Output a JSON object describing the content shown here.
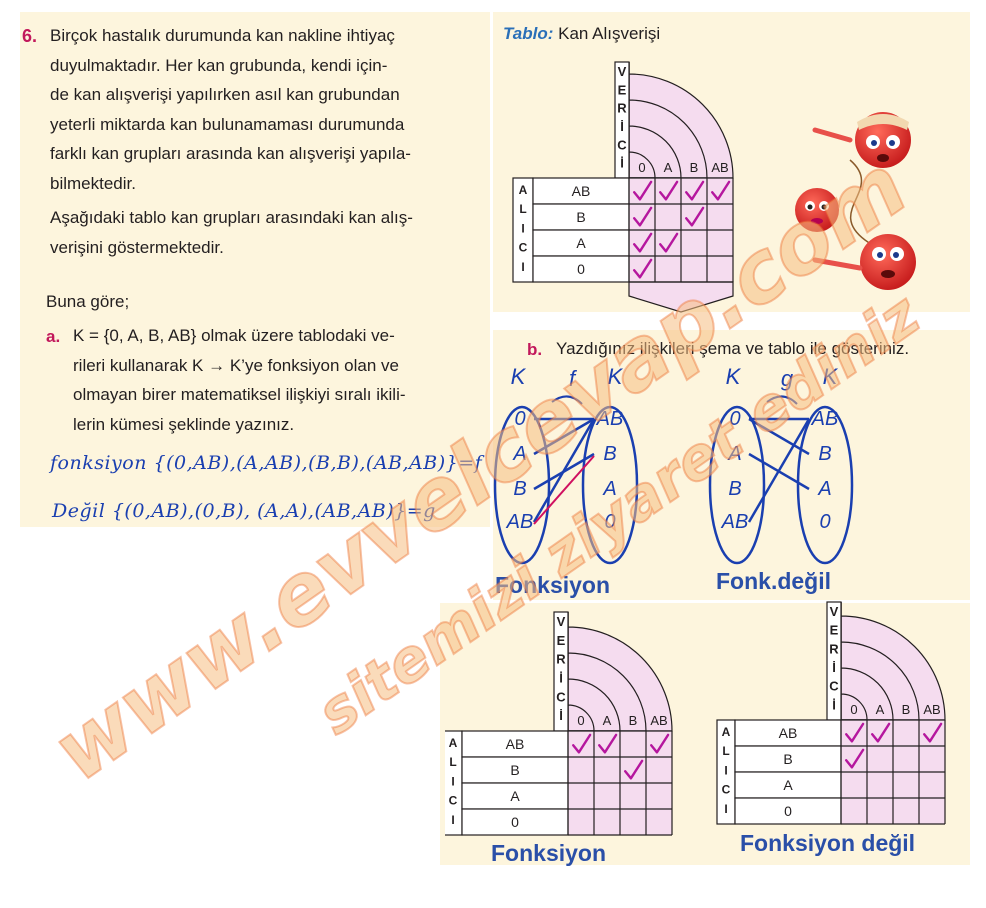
{
  "question": {
    "number": "6.",
    "para1_lines": [
      "Birçok hastalık durumunda kan nakline ihtiyaç",
      "duyulmaktadır. Her kan grubunda, kendi için-",
      "de kan alışverişi yapılırken asıl kan grubundan",
      "yeterli miktarda kan bulunamaması durumunda",
      "farklı kan grupları arasında kan alışverişi yapıla-",
      "bilmektedir."
    ],
    "para2_lines": [
      "Aşağıdaki tablo kan grupları arasındaki kan alış-",
      "verişini göstermektedir."
    ],
    "prompt": "Buna göre;",
    "part_a_label": "a.",
    "part_a_lines": [
      "K = {0, A, B, AB}  olmak üzere tablodaki ve-",
      "rileri kullanarak  K → K’ye  fonksiyon olan ve",
      "olmayan birer matematiksel ilişkiyi sıralı ikili-",
      "lerin kümesi şeklinde yazınız."
    ],
    "part_b_label": "b.",
    "part_b_text": "Yazdığınız ilişkileri şema ve tablo ile gösteriniz."
  },
  "answers": {
    "function_line": "fonksiyon {(0,AB),(A,AB),(B,B),(AB,AB)}=f",
    "nonfunction_line": "Değil {(0,AB),(0,B), (A,A),(AB,AB)}=g"
  },
  "table_title": {
    "prefix": "Tablo:",
    "text": "Kan Alışverişi"
  },
  "table_labels": {
    "giver_letters": [
      "V",
      "E",
      "R",
      "İ",
      "C",
      "İ"
    ],
    "receiver_letters": [
      "A",
      "L",
      "I",
      "C",
      "I"
    ],
    "columns": [
      "0",
      "A",
      "B",
      "AB"
    ],
    "rows": [
      "AB",
      "B",
      "A",
      "0"
    ]
  },
  "tables": {
    "main": {
      "checks": [
        [
          1,
          1,
          1,
          1
        ],
        [
          1,
          0,
          1,
          0
        ],
        [
          1,
          1,
          0,
          0
        ],
        [
          1,
          0,
          0,
          0
        ]
      ]
    },
    "fonksiyon": {
      "checks": [
        [
          1,
          1,
          0,
          1
        ],
        [
          0,
          0,
          1,
          0
        ],
        [
          0,
          0,
          0,
          0
        ],
        [
          0,
          0,
          0,
          0
        ]
      ]
    },
    "fonksiyon_degil": {
      "checks": [
        [
          1,
          1,
          0,
          1
        ],
        [
          1,
          0,
          0,
          0
        ],
        [
          0,
          0,
          0,
          0
        ],
        [
          0,
          0,
          0,
          0
        ]
      ]
    }
  },
  "diagrams": {
    "left": {
      "domain_label": "K",
      "func_label": "f",
      "codomain_label": "K",
      "domain": [
        "0",
        "A",
        "B",
        "AB"
      ],
      "codomain": [
        "AB",
        "B",
        "A",
        "0"
      ]
    },
    "right": {
      "domain_label": "K",
      "func_label": "g",
      "codomain_label": "K",
      "domain": [
        "0",
        "A",
        "B",
        "AB"
      ],
      "codomain": [
        "AB",
        "B",
        "A",
        "0"
      ]
    }
  },
  "captions": {
    "diagram_left": "Fonksiyon",
    "diagram_right": "Fonk.değil",
    "table_left": "Fonksiyon",
    "table_right": "Fonksiyon değil"
  },
  "watermark": {
    "line1": "www.evvelcevap.com",
    "line2": "sitemizi ziyaret ediniz"
  },
  "colors": {
    "pink": "#f5dcef",
    "check": "#b5179e",
    "accent": "#c2185b",
    "hand": "#1a3fb0",
    "caption": "#2a4fa8",
    "panel": "#fdf5dd"
  }
}
